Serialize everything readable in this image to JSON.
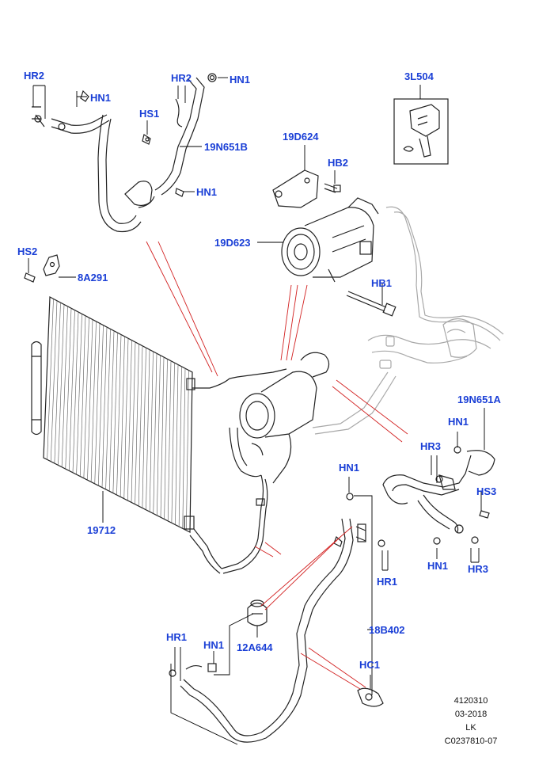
{
  "callouts": {
    "hr2_top_left": "HR2",
    "hn1_top_left": "HN1",
    "hs1": "HS1",
    "hr2_top_mid": "HR2",
    "hn1_top_mid": "HN1",
    "p19n651b": "19N651B",
    "hn1_mid": "HN1",
    "p3l504": "3L504",
    "p19d624": "19D624",
    "hb2": "HB2",
    "p19d623": "19D623",
    "hb1": "HB1",
    "hs2": "HS2",
    "p8a291": "8A291",
    "p19n651a": "19N651A",
    "hn1_right": "HN1",
    "hr3_right_top": "HR3",
    "hs3": "HS3",
    "hn1_right_bottom": "HN1",
    "hr3_right_bottom": "HR3",
    "p19712": "19712",
    "hn1_center": "HN1",
    "hr1_center": "HR1",
    "p12a644": "12A644",
    "p18b402": "18B402",
    "hr1_bottom_left": "HR1",
    "hn1_bottom": "HN1",
    "hc1": "HC1"
  },
  "reference": {
    "line1": "4120310",
    "line2": "03-2018",
    "line3": "LK",
    "line4": "C0237810-07"
  },
  "colors": {
    "callout_text": "#1a3fd6",
    "leader_line": "#000000",
    "highlight_line": "#d22020",
    "part_outline": "#222222",
    "ghost_part": "#9a9a9a"
  }
}
